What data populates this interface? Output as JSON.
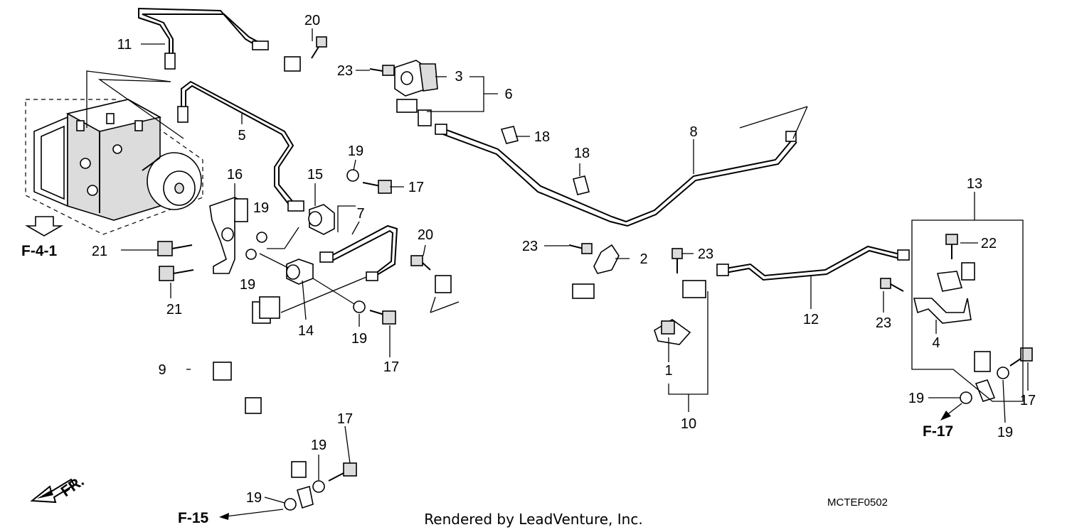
{
  "diagram": {
    "callouts": {
      "c1": "1",
      "c2": "2",
      "c3": "3",
      "c4": "4",
      "c5": "5",
      "c6": "6",
      "c7": "7",
      "c8": "8",
      "c9": "9",
      "c10": "10",
      "c11": "11",
      "c12": "12",
      "c13": "13",
      "c14": "14",
      "c15": "15",
      "c16": "16",
      "c17a": "17",
      "c17b": "17",
      "c17c": "17",
      "c17d": "17",
      "c18a": "18",
      "c18b": "18",
      "c19a": "19",
      "c19b": "19",
      "c19c": "19",
      "c19d": "19",
      "c19e": "19",
      "c19f": "19",
      "c19g": "19",
      "c19h": "19",
      "c20a": "20",
      "c20b": "20",
      "c21a": "21",
      "c21b": "21",
      "c22": "22",
      "c23a": "23",
      "c23b": "23",
      "c23c": "23",
      "c23d": "23"
    },
    "references": {
      "f41": "F-4-1",
      "f15": "F-15",
      "f17": "F-17"
    },
    "front_marker": "FR.",
    "drawing_code": "MCTEF0502",
    "credit": "Rendered by LeadVenture, Inc."
  }
}
